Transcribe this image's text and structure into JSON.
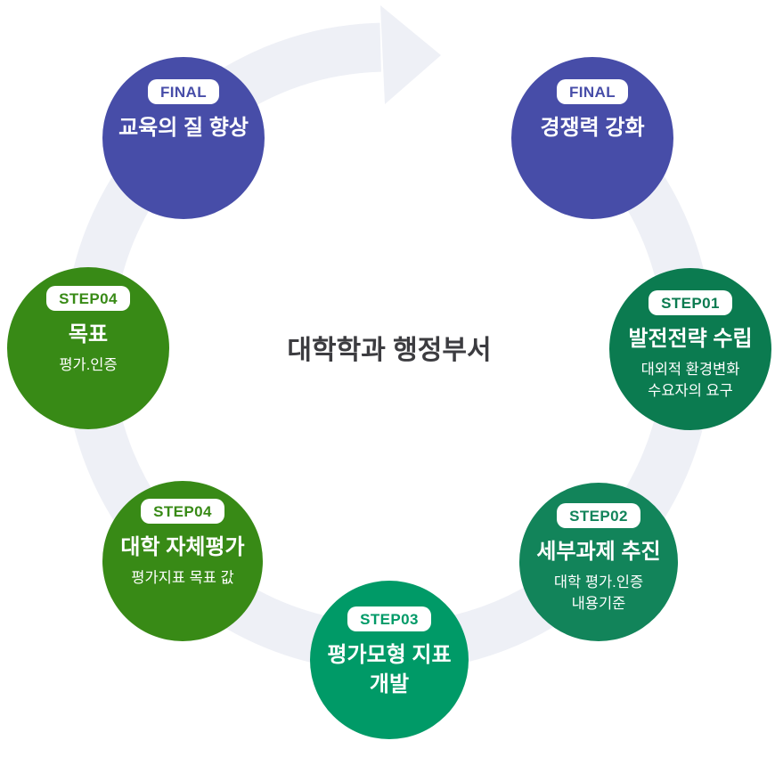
{
  "page": {
    "background": "#FFFFFF"
  },
  "center_label": {
    "text": "대학학과 행정부서",
    "color": "#3C3C40"
  },
  "ring": {
    "color": "#EEF0F6",
    "icon": "clockwise-arrow"
  },
  "circles": [
    {
      "id": "final-left",
      "badge": "FINAL",
      "title": "교육의 질 향상",
      "subtitle_lines": [],
      "color": "#474DA8"
    },
    {
      "id": "final-right",
      "badge": "FINAL",
      "title": "경쟁력 강화",
      "subtitle_lines": [],
      "color": "#474DA8"
    },
    {
      "id": "step01",
      "badge": "STEP01",
      "title": "발전전략 수립",
      "subtitle_lines": [
        "대외적 환경변화",
        "수요자의 요구"
      ],
      "color": "#0B7B50"
    },
    {
      "id": "step02",
      "badge": "STEP02",
      "title": "세부과제 추진",
      "subtitle_lines": [
        "대학 평가.인증",
        "내용기준"
      ],
      "color": "#12845A"
    },
    {
      "id": "step03",
      "badge": "STEP03",
      "title": "평가모형 지표 개발",
      "subtitle_lines": [],
      "color": "#009A67"
    },
    {
      "id": "step04-bottom",
      "badge": "STEP04",
      "title": "대학 자체평가",
      "subtitle_lines": [
        "평가지표 목표 값"
      ],
      "color": "#388A16"
    },
    {
      "id": "step04-left",
      "badge": "STEP04",
      "title": "목표",
      "subtitle_lines": [
        "평가.인증"
      ],
      "color": "#388A16"
    }
  ]
}
